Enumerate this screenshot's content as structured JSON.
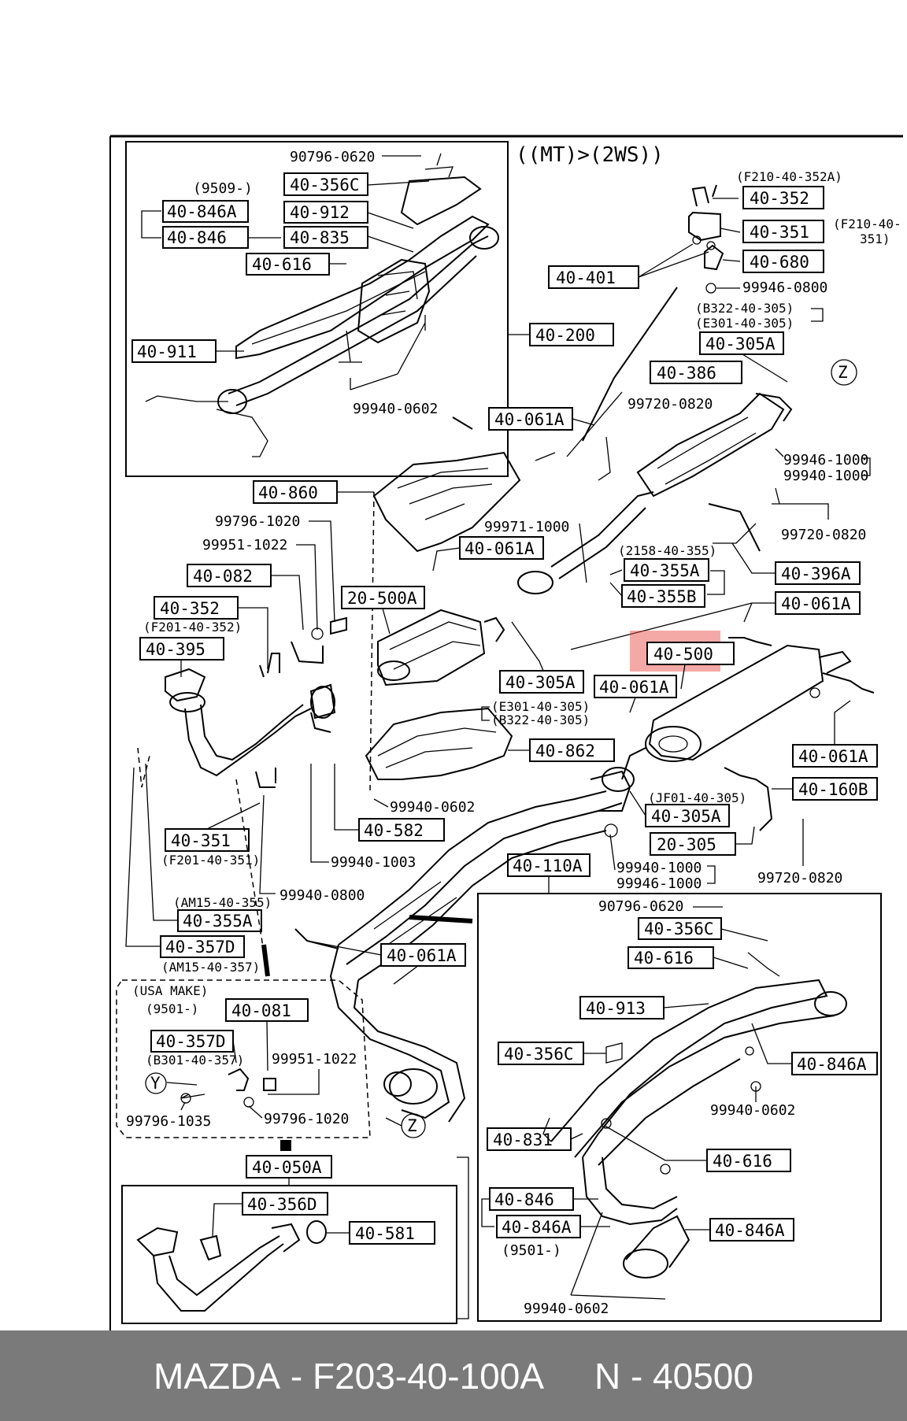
{
  "title": "((MT)>(2WS))",
  "highlight_color": "#e8403a",
  "footer": {
    "brand": "MAZDA",
    "part_number": "F203-40-100A",
    "ref_number": "N - 40500"
  },
  "labels": {
    "l40_356c": "40-356C",
    "l40_912": "40-912",
    "l40_835": "40-835",
    "l40_846a": "40-846A",
    "l40_846": "40-846",
    "l40_616": "40-616",
    "l40_911": "40-911",
    "l40_200": "40-200",
    "l40_352": "40-352",
    "l40_351": "40-351",
    "l40_680": "40-680",
    "l40_401": "40-401",
    "l40_305a": "40-305A",
    "l40_386": "40-386",
    "l40_061a_1": "40-061A",
    "l40_860": "40-860",
    "l40_061a_2": "40-061A",
    "l40_355a": "40-355A",
    "l40_355b": "40-355B",
    "l40_396a": "40-396A",
    "l40_061a_3": "40-061A",
    "l40_082": "40-082",
    "l20_500a": "20-500A",
    "l40_352b": "40-352",
    "l40_395": "40-395",
    "l40_500": "40-500",
    "l40_305a_2": "40-305A",
    "l40_061a_4": "40-061A",
    "l40_862": "40-862",
    "l40_061a_5": "40-061A",
    "l40_160b": "40-160B",
    "l40_305a_3": "40-305A",
    "l20_305": "20-305",
    "l40_351b": "40-351",
    "l40_582": "40-582",
    "l40_110a": "40-110A",
    "l40_355a_2": "40-355A",
    "l40_357d": "40-357D",
    "l40_061a_6": "40-061A",
    "l40_356c_2": "40-356C",
    "l40_616_2": "40-616",
    "l40_913": "40-913",
    "l40_356c_3": "40-356C",
    "l40_846a_2": "40-846A",
    "l40_081": "40-081",
    "l40_357d_2": "40-357D",
    "l40_831": "40-831",
    "l40_616_3": "40-616",
    "l40_050a": "40-050A",
    "l40_846_2": "40-846",
    "l40_846a_3": "40-846A",
    "l40_846a_4": "40-846A",
    "l40_356d": "40-356D",
    "l40_581": "40-581"
  },
  "numbers": {
    "n90796_0620": "90796-0620",
    "n9509": "(9509-)",
    "n99940_0602": "99940-0602",
    "nf210_352a": "(F210-40-352A)",
    "nf210_351a": "(F210-40-",
    "nf210_351b": "351)",
    "n99946_0800": "99946-0800",
    "nb322_305": "(B322-40-305)",
    "ne301_305": "(E301-40-305)",
    "n99720_0820": "99720-0820",
    "n99946_1000": "99946-1000",
    "n99940_1000": "99940-1000",
    "n99796_1020": "99796-1020",
    "n99971_1000": "99971-1000",
    "n99951_1022": "99951-1022",
    "n99720_0820_2": "99720-0820",
    "n2158_355": "(2158-40-355)",
    "nf201_352": "(F201-40-352)",
    "ne301_305_2": "(E301-40-305)",
    "nb322_305_2": "(B322-40-305)",
    "n99940_0602_2": "99940-0602",
    "njf01_305": "(JF01-40-305)",
    "n99940_1003": "99940-1003",
    "nf201_351": "(F201-40-351)",
    "n99940_1000_2": "99940-1000",
    "n99946_1000_2": "99946-1000",
    "n99720_0820_3": "99720-0820",
    "n99940_0800": "99940-0800",
    "nam15_355": "(AM15-40-355)",
    "nam15_357": "(AM15-40-357)",
    "n90796_0620_2": "90796-0620",
    "nusa": "(USA MAKE)",
    "n9501": "(9501-)",
    "nb301_357": "(B301-40-357)",
    "n99951_1022_2": "99951-1022",
    "n99796_1035": "99796-1035",
    "n99796_1020_2": "99796-1020",
    "n99940_0602_3": "99940-0602",
    "n9501_2": "(9501-)",
    "n99940_0602_4": "99940-0602",
    "z1": "Z",
    "z2": "Z",
    "y1": "Y"
  }
}
